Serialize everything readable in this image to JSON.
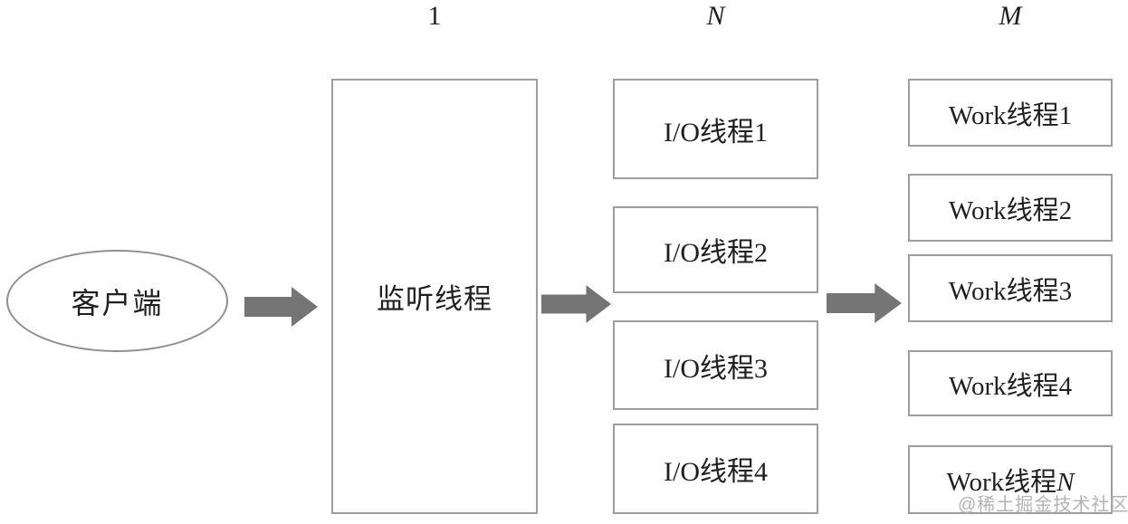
{
  "diagram_type": "thread-model-flow",
  "colors": {
    "background": "#ffffff",
    "box_border": "#9d9d9d",
    "text": "#1f1f1f",
    "arrow": "#757575",
    "watermark": "#b3b3b3"
  },
  "column_counts": {
    "listener": "1",
    "io": "N",
    "work": "M"
  },
  "client": {
    "label": "客户端"
  },
  "listener": {
    "label": "监听线程"
  },
  "io_threads": [
    "I/O线程1",
    "I/O线程2",
    "I/O线程3",
    "I/O线程4"
  ],
  "work_threads": {
    "prefix": "Work线程",
    "tails": [
      "1",
      "2",
      "3",
      "4",
      "N"
    ]
  },
  "icons": {
    "arrow_1": "right-block-arrow",
    "arrow_2": "right-block-arrow",
    "arrow_3": "right-block-arrow"
  },
  "watermark": "@稀土掘金技术社区"
}
